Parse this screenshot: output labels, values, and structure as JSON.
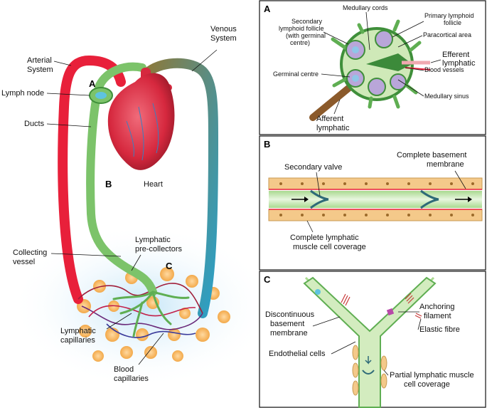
{
  "left": {
    "labels": {
      "arterial_system": "Arterial\nSystem",
      "venous_system": "Venous\nSystem",
      "lymph_node": "Lymph node",
      "ducts": "Ducts",
      "heart": "Heart",
      "collecting_vessel": "Collecting\nvessel",
      "lymphatic_precollectors": "Lymphatic\npre-collectors",
      "lymphatic_capillaries": "Lymphatic\ncapillaries",
      "blood_capillaries": "Blood\ncapillaries"
    },
    "markers": {
      "a": "A",
      "b": "B",
      "c": "C"
    }
  },
  "panel_a": {
    "letter": "A",
    "labels": {
      "medullary_cords": "Medullary cords",
      "secondary_follicle": "Secondary\nlymphoid follicle\n(with germinal\ncentre)",
      "primary_follicle": "Primary lymphoid\nfollicle",
      "paracortical_area": "Paracortical area",
      "efferent_lymphatic": "Efferent\nlymphatic",
      "germinal_centre": "Germinal centre",
      "blood_vessels": "Blood vessels",
      "medullary_sinus": "Medullary sinus",
      "afferent_lymphatic": "Afferent\nlymphatic"
    }
  },
  "panel_b": {
    "letter": "B",
    "labels": {
      "secondary_valve": "Secondary valve",
      "complete_basement": "Complete basement\nmembrane",
      "complete_muscle": "Complete lymphatic\nmuscle cell coverage"
    }
  },
  "panel_c": {
    "letter": "C",
    "labels": {
      "anchoring_filament": "Anchoring\nfilament",
      "discontinuous_basement": "Discontinuous\nbasement\nmembrane",
      "elastic_fibre": "Elastic fibre",
      "endothelial_cells": "Endothelial cells",
      "partial_muscle": "Partial lymphatic muscle\ncell coverage"
    }
  },
  "colors": {
    "arterial": "#e8203a",
    "venous": "#2aa0c8",
    "lymph": "#7cc36a",
    "lymph_dark": "#3f8f3a",
    "cell": "#f4c98a",
    "panel_border": "#111111"
  }
}
